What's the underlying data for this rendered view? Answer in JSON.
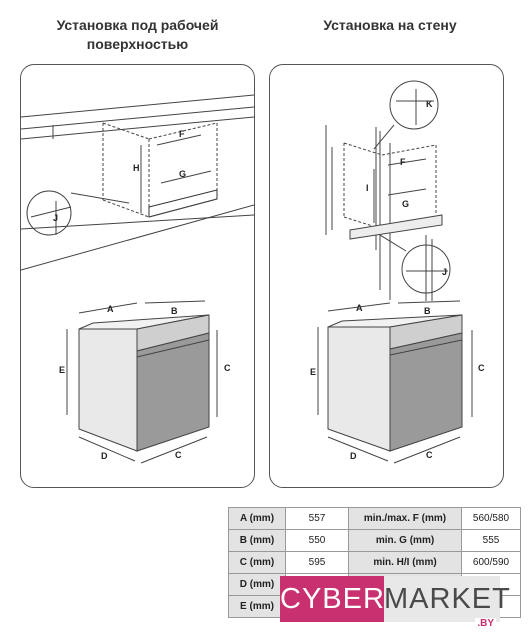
{
  "headings": {
    "left_line1": "Установка под рабочей",
    "left_line2": "поверхностью",
    "right": "Установка на стену"
  },
  "diagram_labels": {
    "A": "A",
    "B": "B",
    "C": "C",
    "D": "D",
    "E": "E",
    "F": "F",
    "G": "G",
    "H": "H",
    "I": "I",
    "J": "J",
    "K": "K"
  },
  "table": {
    "rows": [
      {
        "label": "A (mm)",
        "value": "557",
        "label2": "min./max. F (mm)",
        "value2": "560/580"
      },
      {
        "label": "B (mm)",
        "value": "550",
        "label2": "min. G (mm)",
        "value2": "555"
      },
      {
        "label": "C (mm)",
        "value": "595",
        "label2": "min. H/I (mm)",
        "value2": "600/590"
      },
      {
        "label": "D (mm)",
        "value": "",
        "label2": "",
        "value2": ""
      },
      {
        "label": "E (mm)",
        "value": "",
        "label2": "",
        "value2": ""
      }
    ]
  },
  "brand": {
    "cyber": "CYBER",
    "market": "MARKET",
    "domain": ".BY"
  }
}
